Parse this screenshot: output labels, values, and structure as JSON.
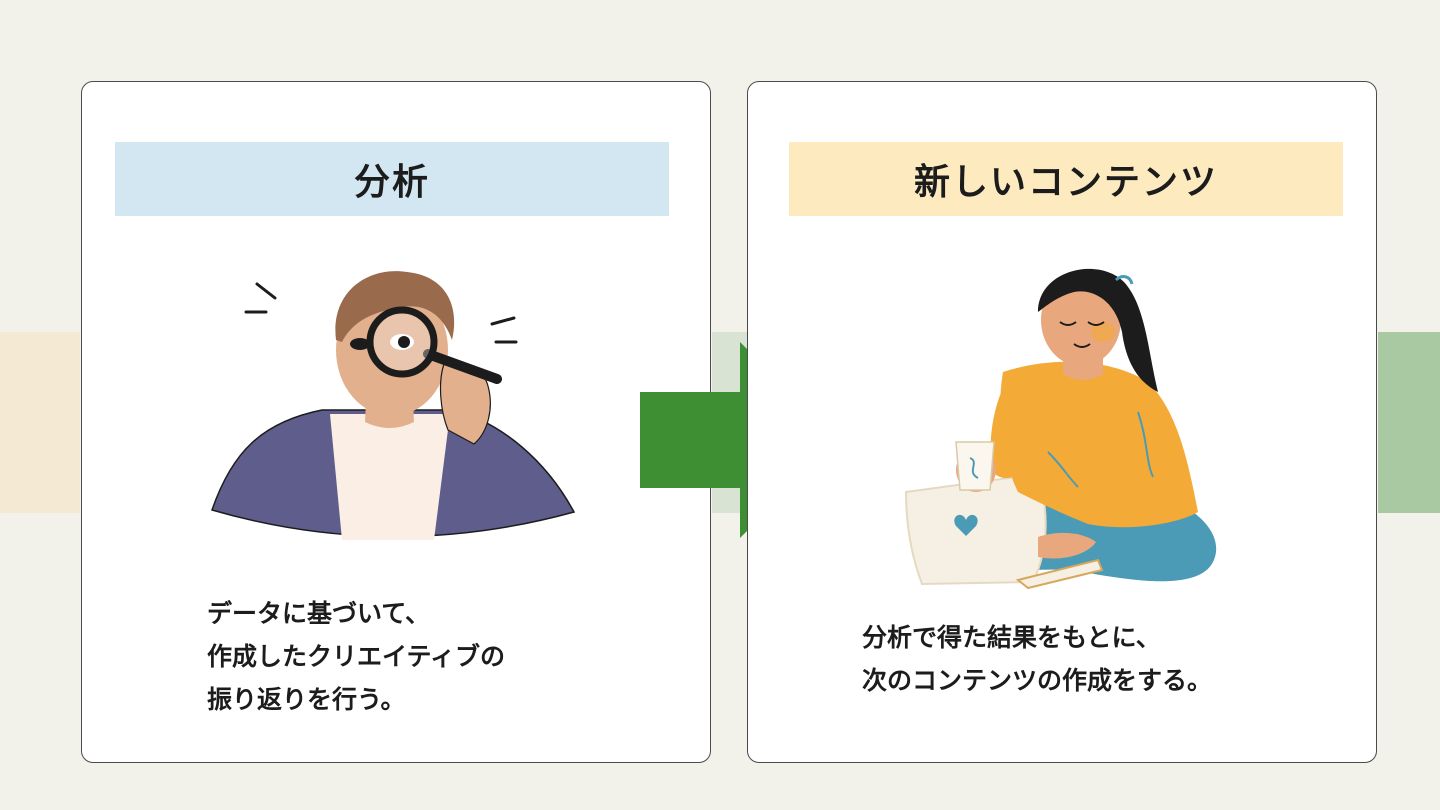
{
  "colors": {
    "background": "#f3f2ea",
    "analysis_header": "#d3e7f2",
    "content_header": "#fdebbf",
    "arrow": "#3e8e34",
    "band_left": "#f4ead3",
    "band_right": "#a8c9a1"
  },
  "analysis_card": {
    "title": "分析",
    "icon": "man-magnifying-glass-illustration",
    "lines": [
      "データに基づいて、",
      "作成したクリエイティブの",
      "振り返りを行う。"
    ]
  },
  "arrow": {
    "icon": "right-arrow-icon"
  },
  "content_card": {
    "title": "新しいコンテンツ",
    "icon": "woman-laptop-coffee-illustration",
    "lines": [
      "分析で得た結果をもとに、",
      "次のコンテンツの作成をする。"
    ]
  }
}
